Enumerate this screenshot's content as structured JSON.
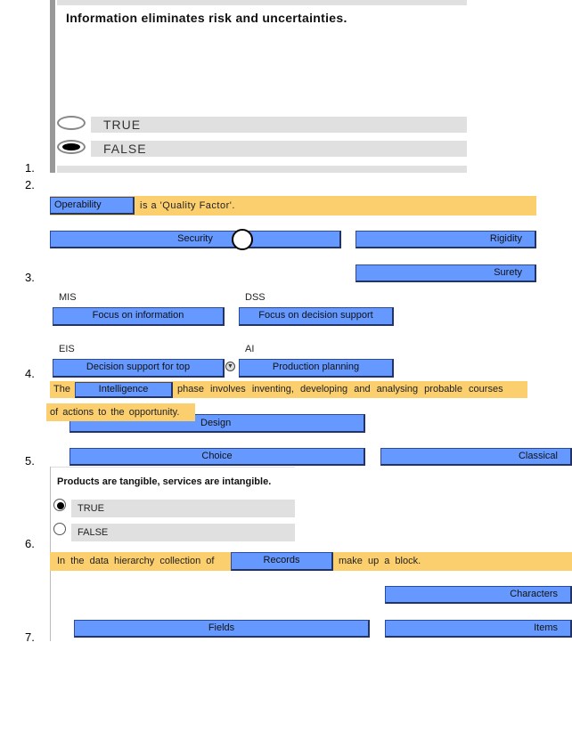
{
  "q1": {
    "number": "1.",
    "statement": "Information eliminates risk and uncertainties.",
    "options": [
      "TRUE",
      "FALSE"
    ],
    "selected": "FALSE"
  },
  "q2": {
    "number": "2.",
    "answer": "Operability",
    "sentence": "is a 'Quality Factor'.",
    "choices": [
      "Security",
      "Rigidity",
      "Surety"
    ]
  },
  "q3": {
    "number": "3.",
    "labels": [
      "MIS",
      "DSS",
      "EIS",
      "AI"
    ],
    "boxes": [
      "Focus on information",
      "Focus on decision support",
      "Decision support for top",
      "Production planning"
    ]
  },
  "q4": {
    "number": "4.",
    "prefix": "The",
    "answer": "Intelligence",
    "middle": "phase involves inventing, developing and analysing probable courses",
    "line2": "of actions to the opportunity.",
    "choices": [
      "Design",
      "Choice",
      "Classical"
    ]
  },
  "q5": {
    "number": "5.",
    "statement": "Products are tangible, services are intangible.",
    "options": [
      "TRUE",
      "FALSE"
    ],
    "selected": "TRUE"
  },
  "q6": {
    "number": "6.",
    "prefix": "In the data hierarchy collection of",
    "answer": "Records",
    "suffix": "make up a block.",
    "choices": [
      "Characters",
      "Fields",
      "Items"
    ]
  },
  "q7": {
    "number": "7."
  }
}
